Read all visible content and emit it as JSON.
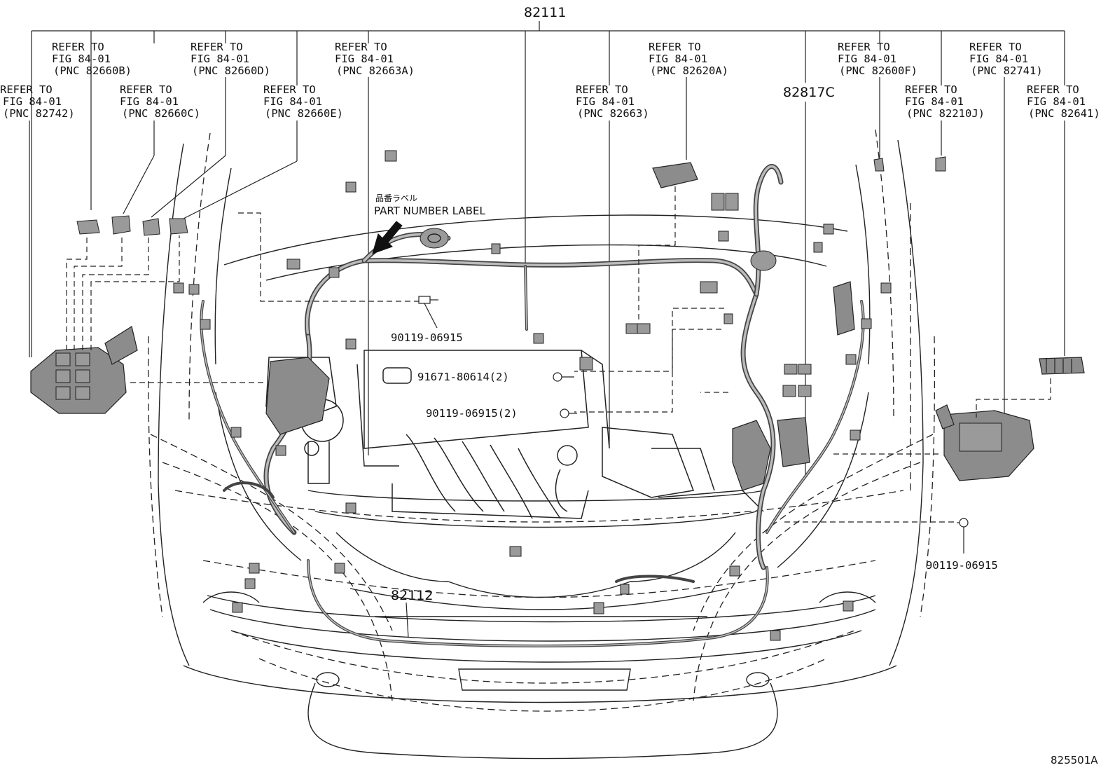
{
  "main_harness_label": "82111",
  "front_harness_label": "82112",
  "sub_harness_label": "82817C",
  "part_number_label": {
    "jp": "品番ラベル",
    "en": "PART NUMBER LABEL"
  },
  "refer_labels": [
    {
      "line1": "REFER TO",
      "line2": "FIG 84-01",
      "line3": "(PNC 82742)"
    },
    {
      "line1": "REFER TO",
      "line2": "FIG 84-01",
      "line3": "(PNC 82660B)"
    },
    {
      "line1": "REFER TO",
      "line2": "FIG 84-01",
      "line3": "(PNC 82660C)"
    },
    {
      "line1": "REFER TO",
      "line2": "FIG 84-01",
      "line3": "(PNC 82660D)"
    },
    {
      "line1": "REFER TO",
      "line2": "FIG 84-01",
      "line3": "(PNC 82660E)"
    },
    {
      "line1": "REFER TO",
      "line2": "FIG 84-01",
      "line3": "(PNC 82663A)"
    },
    {
      "line1": "REFER TO",
      "line2": "FIG 84-01",
      "line3": "(PNC 82663)"
    },
    {
      "line1": "REFER TO",
      "line2": "FIG 84-01",
      "line3": "(PNC 82620A)"
    },
    {
      "line1": "REFER TO",
      "line2": "FIG 84-01",
      "line3": "(PNC 82600F)"
    },
    {
      "line1": "REFER TO",
      "line2": "FIG 84-01",
      "line3": "(PNC 82210J)"
    },
    {
      "line1": "REFER TO",
      "line2": "FIG 84-01",
      "line3": "(PNC 82741)"
    },
    {
      "line1": "REFER TO",
      "line2": "FIG 84-01",
      "line3": "(PNC 82641)"
    }
  ],
  "bolts": [
    {
      "part": "90119-06915"
    },
    {
      "part": "91671-80614(2)"
    },
    {
      "part": "90119-06915(2)"
    },
    {
      "part": "90119-06915"
    }
  ],
  "figure_id": "825501A"
}
